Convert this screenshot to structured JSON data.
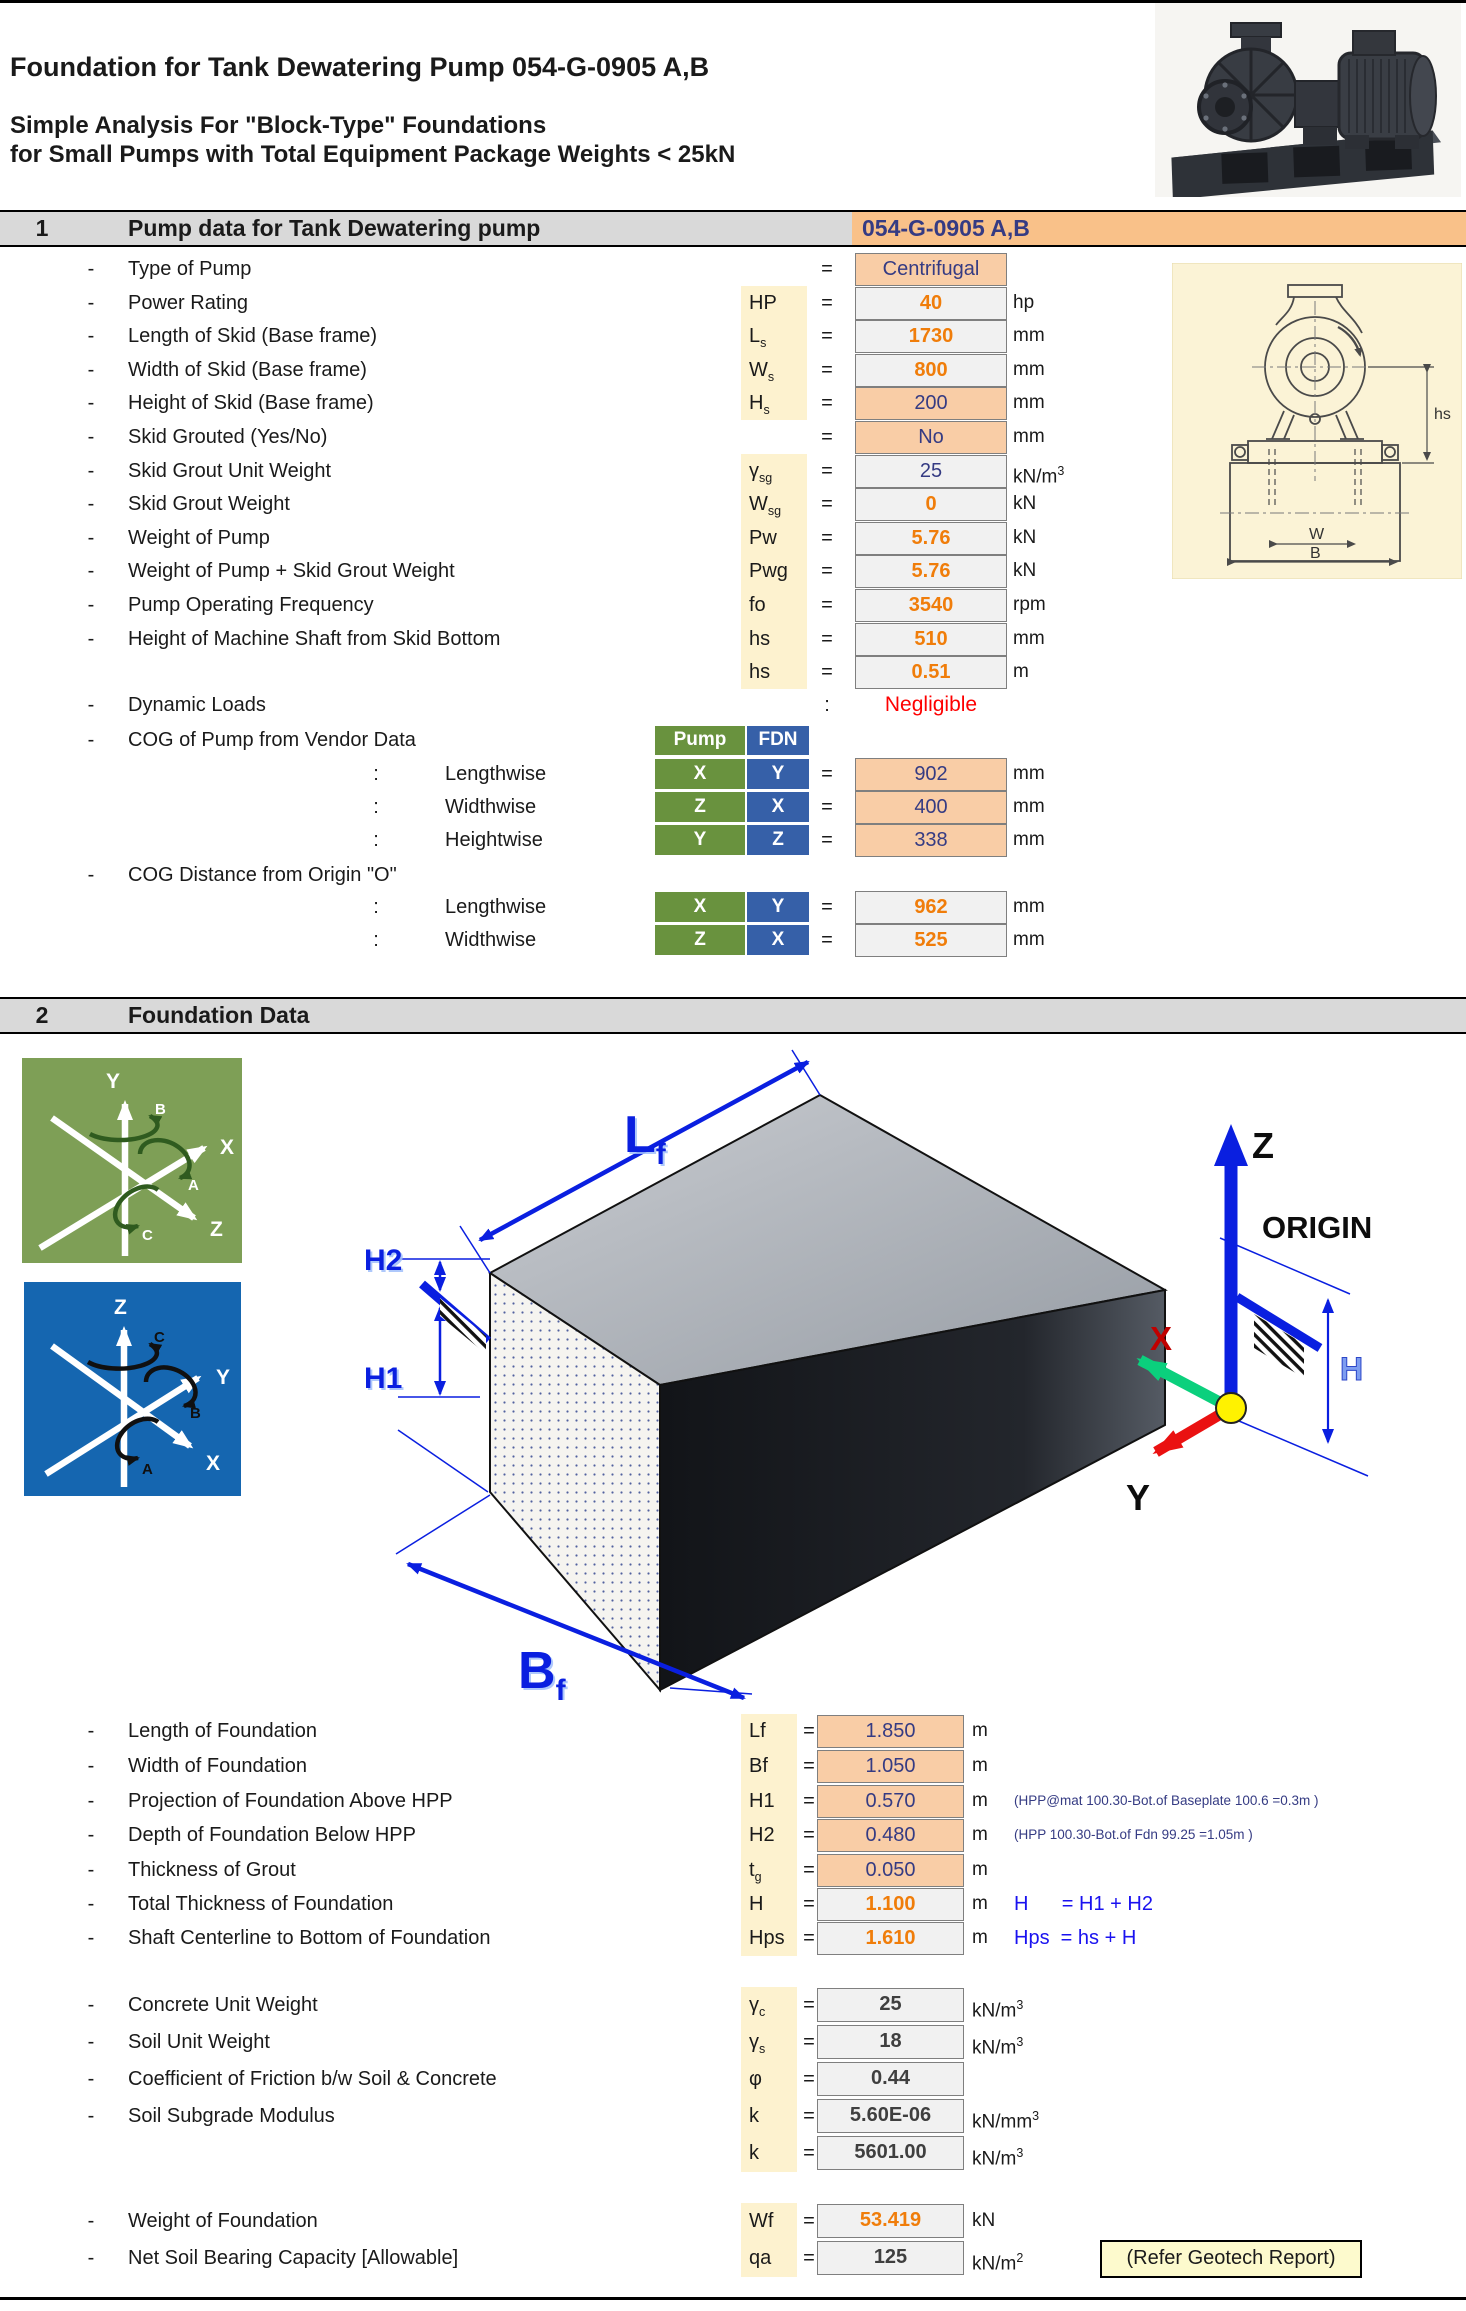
{
  "misc": {
    "dash": "-",
    "eq": "=",
    "colon": ":"
  },
  "page": {
    "title": "Foundation for Tank Dewatering Pump 054-G-0905 A,B",
    "subtitle1": "Simple Analysis For \"Block-Type\" Foundations",
    "subtitle2": "for Small Pumps with Total Equipment Package Weights < 25kN"
  },
  "s1": {
    "number": "1",
    "title": "Pump data for Tank Dewatering pump",
    "tag": "054-G-0905 A,B",
    "rows": [
      {
        "label": "Type of Pump",
        "value": "Centrifugal"
      },
      {
        "label": "Power Rating",
        "sym": "HP",
        "sub": "",
        "value": "40",
        "unit": "hp"
      },
      {
        "label": "Length of Skid (Base frame)",
        "sym": "L",
        "sub": "s",
        "value": "1730",
        "unit": "mm"
      },
      {
        "label": "Width of Skid (Base frame)",
        "sym": "W",
        "sub": "s",
        "value": "800",
        "unit": "mm"
      },
      {
        "label": "Height of Skid (Base frame)",
        "sym": "H",
        "sub": "s",
        "value": "200",
        "unit": "mm"
      },
      {
        "label": "Skid Grouted (Yes/No)",
        "value": "No",
        "unit": "mm"
      },
      {
        "label": "Skid Grout Unit Weight",
        "sym": "γ",
        "sub": "sg",
        "value": "25",
        "unit": "kN/m",
        "unit_sup": "3"
      },
      {
        "label": "Skid Grout Weight",
        "sym": "W",
        "sub": "sg",
        "value": "0",
        "unit": "kN"
      },
      {
        "label": "Weight of Pump",
        "sym": "Pw",
        "sub": "",
        "value": "5.76",
        "unit": "kN"
      },
      {
        "label": "Weight of Pump + Skid Grout Weight",
        "sym": "Pwg",
        "sub": "",
        "value": "5.76",
        "unit": "kN"
      },
      {
        "label": "Pump Operating Frequency",
        "sym": "fo",
        "sub": "",
        "value": "3540",
        "unit": "rpm"
      },
      {
        "label": "Height of Machine Shaft from Skid Bottom",
        "sym": "hs",
        "sub": "",
        "value": "510",
        "unit": "mm"
      },
      {
        "sym": "hs",
        "sub": "",
        "value": "0.51",
        "unit": "m"
      }
    ],
    "dynamic": {
      "label": "Dynamic Loads",
      "value": "Negligible"
    },
    "cog_vendor": {
      "label": "COG of Pump from Vendor Data",
      "col1": "Pump",
      "col2": "FDN",
      "rows": [
        {
          "dir": "Lengthwise",
          "a": "X",
          "b": "Y",
          "value": "902",
          "unit": "mm"
        },
        {
          "dir": "Widthwise",
          "a": "Z",
          "b": "X",
          "value": "400",
          "unit": "mm"
        },
        {
          "dir": "Heightwise",
          "a": "Y",
          "b": "Z",
          "value": "338",
          "unit": "mm"
        }
      ]
    },
    "cog_origin": {
      "label": "COG Distance from Origin \"O\"",
      "rows": [
        {
          "dir": "Lengthwise",
          "a": "X",
          "b": "Y",
          "value": "962",
          "unit": "mm"
        },
        {
          "dir": "Widthwise",
          "a": "Z",
          "b": "X",
          "value": "525",
          "unit": "mm"
        }
      ]
    }
  },
  "s2": {
    "number": "2",
    "title": "Foundation Data",
    "rows": [
      {
        "label": "Length of Foundation",
        "sym": "Lf",
        "sub": "",
        "value": "1.850",
        "unit": "m"
      },
      {
        "label": "Width of Foundation",
        "sym": "Bf",
        "sub": "",
        "value": "1.050",
        "unit": "m"
      },
      {
        "label": "Projection of Foundation Above HPP",
        "sym": "H1",
        "sub": "",
        "value": "0.570",
        "unit": "m",
        "note": "(HPP@mat 100.30-Bot.of Baseplate 100.6 =0.3m )"
      },
      {
        "label": "Depth of Foundation Below HPP",
        "sym": "H2",
        "sub": "",
        "value": "0.480",
        "unit": "m",
        "note": "(HPP 100.30-Bot.of Fdn 99.25 =1.05m )"
      },
      {
        "label": "Thickness of Grout",
        "sym": "t",
        "sub": "g",
        "value": "0.050",
        "unit": "m"
      },
      {
        "label": "Total Thickness of Foundation",
        "sym": "H",
        "sub": "",
        "value": "1.100",
        "unit": "m",
        "formula": "H      = H1 + H2"
      },
      {
        "label": "Shaft Centerline to Bottom of Foundation",
        "sym": "Hps",
        "sub": "",
        "value": "1.610",
        "unit": "m",
        "formula": "Hps  = hs + H"
      }
    ],
    "soil": [
      {
        "label": "Concrete Unit Weight",
        "sym": "γ",
        "sub": "c",
        "value": "25",
        "unit": "kN/m",
        "unit_sup": "3"
      },
      {
        "label": "Soil Unit Weight",
        "sym": "γ",
        "sub": "s",
        "value": "18",
        "unit": "kN/m",
        "unit_sup": "3"
      },
      {
        "label": "Coefficient of Friction b/w Soil & Concrete",
        "sym": "φ",
        "sub": "",
        "value": "0.44"
      },
      {
        "label": "Soil Subgrade Modulus",
        "sym": "k",
        "sub": "",
        "value": "5.60E-06",
        "unit": "kN/mm",
        "unit_sup": "3"
      },
      {
        "sym": "k",
        "sub": "",
        "value": "5601.00",
        "unit": "kN/m",
        "unit_sup": "3"
      }
    ],
    "result": [
      {
        "label": "Weight of Foundation",
        "sym": "Wf",
        "sub": "",
        "value": "53.419",
        "unit": "kN"
      },
      {
        "label": "Net Soil Bearing Capacity [Allowable]",
        "sym": "qa",
        "sub": "",
        "value": "125",
        "unit": "kN/m",
        "unit_sup": "2"
      }
    ],
    "geotech_note": "(Refer Geotech Report)"
  },
  "diagram": {
    "lf": "L",
    "lf_sub": "f",
    "bf": "B",
    "bf_sub": "f",
    "h1": "H1",
    "h2": "H2",
    "h": "H",
    "origin": "ORIGIN",
    "z": "Z",
    "x": "X",
    "y": "Y"
  },
  "axes_green": {
    "x": "X",
    "y": "Y",
    "z": "Z",
    "a": "A",
    "b": "B",
    "c": "C"
  },
  "axes_blue": {
    "x": "X",
    "y": "Y",
    "z": "Z",
    "a": "A",
    "b": "B",
    "c": "C"
  },
  "pump_drawing": {
    "hs": "hs",
    "w": "W",
    "b": "B"
  }
}
